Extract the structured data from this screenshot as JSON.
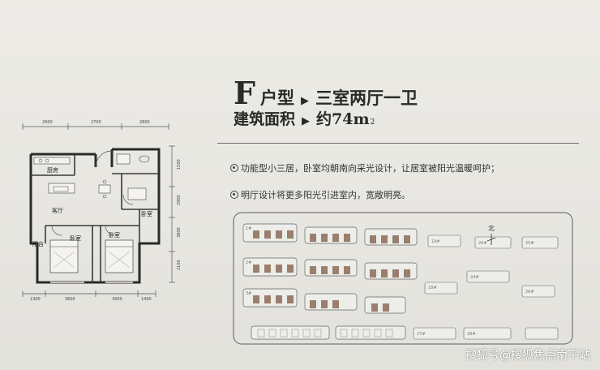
{
  "unit_title": {
    "letter": "F",
    "type_label": "户型",
    "type_value": "三室两厅一卫"
  },
  "area": {
    "label": "建筑面积",
    "value": "约74m",
    "unit_sup": "2"
  },
  "features": [
    "功能型小三居，卧室均朝南向采光设计，让居室被阳光温暖呵护；",
    "明厅设计将更多阳光引进室内，宽敞明亮。"
  ],
  "floor_plan": {
    "top_dims": [
      "2900",
      "2700",
      "2800"
    ],
    "bottom_dims": [
      "1300",
      "3600",
      "3900",
      "1400"
    ],
    "right_dims": [
      "1500",
      "2900",
      "3800",
      "2100"
    ],
    "rooms": {
      "kitchen": "厨房",
      "living": "客厅",
      "bedroom_right": "卧室",
      "bedroom_left": "卧室",
      "bedroom_mid": "卧室",
      "balcony": "阳台"
    }
  },
  "site_plan": {
    "compass": "北",
    "building_labels": [
      "1#",
      "2#",
      "3#",
      "18#",
      "19#",
      "20#",
      "24#",
      "25#",
      "26#",
      "27#",
      "28#"
    ]
  },
  "watermark": "搜狐号@搜狐焦点南平站"
}
